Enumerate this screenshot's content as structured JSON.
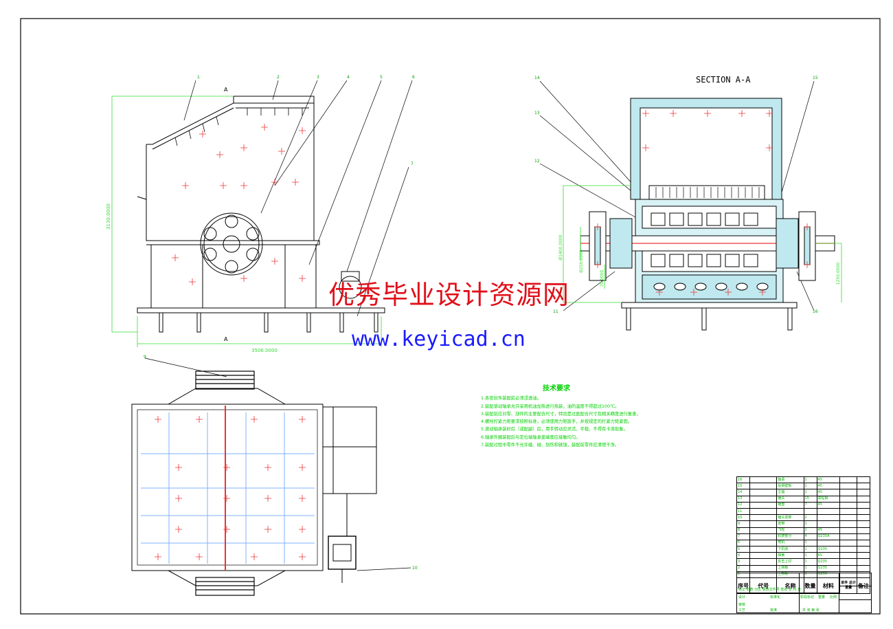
{
  "section_label": "SECTION A-A",
  "view_markers": {
    "top": "A",
    "bottom": "A"
  },
  "balloons_front": [
    "1",
    "2",
    "3",
    "4",
    "5",
    "6",
    "7"
  ],
  "balloons_plan": [
    "9",
    "10"
  ],
  "balloons_section": [
    "14",
    "13",
    "12",
    "11",
    "15",
    "16"
  ],
  "dimensions": {
    "width_front": "3506.0000",
    "height_front": "3130.0000",
    "flywheel_dia": "Ø1400.0000",
    "shaft_dia": "Ø250.0000",
    "shaft_len": "70.0000",
    "height_section": "1250.0000"
  },
  "watermark": {
    "cn": "优秀毕业设计资源网",
    "url": "www.keyicad.cn"
  },
  "tech_requirements": {
    "title": "技术要求",
    "items": [
      "1.各密封件装配前必须浸透油。",
      "2.装配滚动轴承允许采用机油加热进行热装，油的温度不得超过100℃。",
      "3.装配前应对零、部件的主要配合尺寸，特别是过盈配合尺寸及相关精度进行复查。",
      "4.螺栓拧紧力矩要求按照标准，必须使用力矩扳手，并按规定的拧紧力矩紧固。",
      "5.滚动轴承装好后（或配副）后，用手转动应灵活、平稳，不得有卡滞现象。",
      "6.轴承外圈装配后与定位端轴承盖端面应接触均匀。",
      "7.装配过程中零件不允许磕、碰、划伤和锈蚀，装配前零件应清理干净。"
    ]
  },
  "parts_list": [
    {
      "no": "16",
      "name": "轴承",
      "qty": "1",
      "mat": "45"
    },
    {
      "no": "15",
      "name": "后侧壁板",
      "qty": "1",
      "mat": "45"
    },
    {
      "no": "14",
      "name": "主轴",
      "qty": "1",
      "mat": "45"
    },
    {
      "no": "13",
      "name": "锤头",
      "qty": "15",
      "mat": "高锰钢"
    },
    {
      "no": "12",
      "name": "锤盘",
      "qty": "7",
      "mat": "45"
    },
    {
      "no": "11",
      "name": "",
      "qty": "",
      "mat": ""
    },
    {
      "no": "10",
      "name": "锤头挂架",
      "qty": "2",
      "mat": ""
    },
    {
      "no": "9",
      "name": "皮带",
      "qty": "1",
      "mat": ""
    },
    {
      "no": "8",
      "name": "飞轮",
      "qty": "1",
      "mat": "45"
    },
    {
      "no": "7",
      "name": "机架部分",
      "qty": "4",
      "mat": "Q235A"
    },
    {
      "no": "6",
      "name": "电机",
      "qty": "1",
      "mat": ""
    },
    {
      "no": "5",
      "name": "下机体",
      "qty": "1",
      "mat": "Q235"
    },
    {
      "no": "4",
      "name": "弹簧",
      "qty": "1",
      "mat": "65"
    },
    {
      "no": "3",
      "name": "反击上衬",
      "qty": "1",
      "mat": "Q235"
    },
    {
      "no": "2",
      "name": "上挡板",
      "qty": "1",
      "mat": "Q235"
    },
    {
      "no": "1",
      "name": "上挡板",
      "qty": "1",
      "mat": "Q235"
    }
  ],
  "parts_header": {
    "no": "序号",
    "code": "代号",
    "name": "名称",
    "qty": "数量",
    "mat": "材料",
    "unit": "单件",
    "total": "总计",
    "weight": "重量",
    "note": "备注"
  },
  "title_block": {
    "row_change": "标记 处数 分区 更改文件号 签名 年.月.日",
    "design": "设计",
    "standard": "标准化",
    "review": "审核",
    "process": "工艺",
    "approve": "批准",
    "stage": "阶段标记",
    "weight": "重量",
    "scale": "比例",
    "sheets": "共 张 第 张"
  }
}
